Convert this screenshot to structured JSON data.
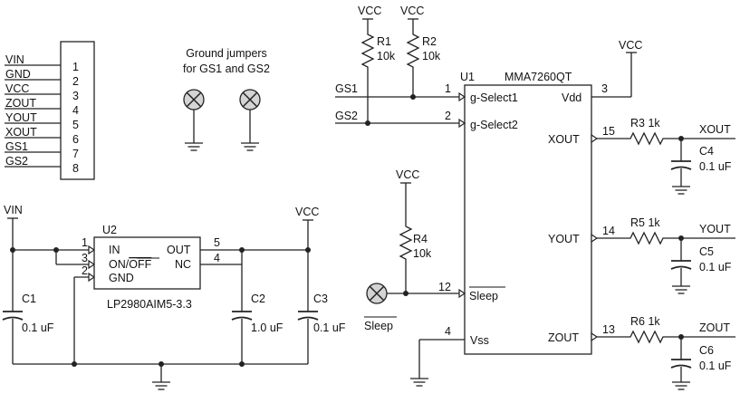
{
  "header": {
    "pins": [
      "VIN",
      "GND",
      "VCC",
      "ZOUT",
      "YOUT",
      "XOUT",
      "GS1",
      "GS2"
    ],
    "numbers": [
      "1",
      "2",
      "3",
      "4",
      "5",
      "6",
      "7",
      "8"
    ]
  },
  "jumpers": {
    "line1": "Ground jumpers",
    "line2": "for GS1 and GS2"
  },
  "power": {
    "vcc": "VCC",
    "vin": "VIN"
  },
  "resistors": {
    "r1": {
      "name": "R1",
      "value": "10k"
    },
    "r2": {
      "name": "R2",
      "value": "10k"
    },
    "r4": {
      "name": "R4",
      "value": "10k"
    },
    "r3": "R3 1k",
    "r5": "R5 1k",
    "r6": "R6 1k"
  },
  "u1": {
    "ref": "U1",
    "part": "MMA7260QT",
    "pins": {
      "gsel1": "g-Select1",
      "gsel2": "g-Select2",
      "vdd": "Vdd",
      "xout": "XOUT",
      "yout": "YOUT",
      "zout": "ZOUT",
      "sleep": "Sleep",
      "vss": "Vss"
    },
    "pin_numbers": {
      "p1": "1",
      "p2": "2",
      "p3": "3",
      "p15": "15",
      "p14": "14",
      "p13": "13",
      "p12": "12",
      "p4": "4"
    }
  },
  "nets": {
    "gs1": "GS1",
    "gs2": "GS2",
    "xout": "XOUT",
    "yout": "YOUT",
    "zout": "ZOUT",
    "sleep": "Sleep"
  },
  "caps": {
    "c1": {
      "name": "C1",
      "value": "0.1 uF"
    },
    "c2": {
      "name": "C2",
      "value": "1.0 uF"
    },
    "c3": {
      "name": "C3",
      "value": "0.1 uF"
    },
    "c4": {
      "name": "C4",
      "value": "0.1 uF"
    },
    "c5": {
      "name": "C5",
      "value": "0.1 uF"
    },
    "c6": {
      "name": "C6",
      "value": "0.1 uF"
    }
  },
  "u2": {
    "ref": "U2",
    "part": "LP2980AIM5-3.3",
    "pins": {
      "in": "IN",
      "onoff": "ON/",
      "off": "OFF",
      "gnd": "GND",
      "out": "OUT",
      "nc": "NC"
    },
    "pin_numbers": {
      "p1": "1",
      "p3": "3",
      "p2": "2",
      "p5": "5",
      "p4": "4"
    }
  }
}
